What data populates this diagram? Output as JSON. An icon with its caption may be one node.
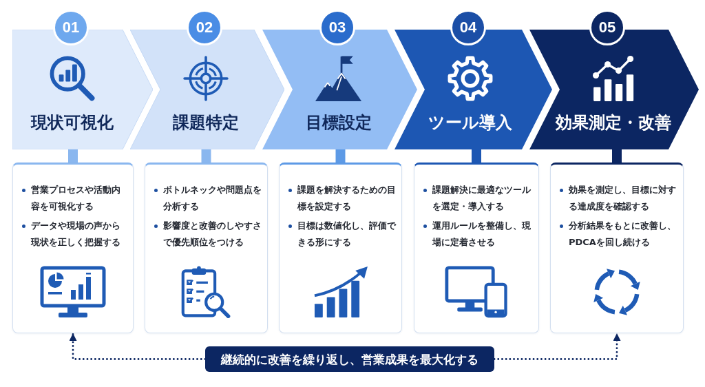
{
  "diagram": {
    "nodes": [
      {
        "text": [
          "01"
        ]
      },
      {
        "text": [
          "02"
        ]
      },
      {
        "text": [
          "03"
        ]
      },
      {
        "text": [
          "04"
        ]
      },
      {
        "text": [
          "05"
        ]
      },
      {
        "text": [
          "現状可視化"
        ]
      },
      {
        "text": [
          "課題特定"
        ]
      },
      {
        "text": [
          "目標設定"
        ]
      },
      {
        "text": [
          "ツール導入"
        ]
      },
      {
        "text": [
          "効果測定・改善"
        ]
      },
      {
        "text": [
          "営業プロセスや活動内容を可視化する",
          "データや現場の声から現状を正しく把握する"
        ]
      },
      {
        "text": [
          "ボトルネックや問題点を分析する",
          "影響度と改善のしやすさで優先順位をつける"
        ]
      },
      {
        "text": [
          "課題を解決するための目標を設定する",
          "目標は数値化し、評価できる形にする"
        ]
      },
      {
        "text": [
          "課題解決に最適なツールを選定・導入する",
          "運用ルールを整備し、現場に定着させる"
        ]
      },
      {
        "text": [
          "効果を測定し、目標に対する達成度を確認する",
          "分析結果をもとに改善し、PDCAを回し続ける"
        ]
      },
      {
        "text": [
          "継続的に改善を繰り返し、営業成果を最大化する"
        ]
      }
    ],
    "edges": [
      {
        "from": 5,
        "to": 10,
        "arrow": "none",
        "color": "#8ab7ef"
      },
      {
        "from": 6,
        "to": 11,
        "arrow": "none",
        "color": "#8ab7ef"
      },
      {
        "from": 7,
        "to": 12,
        "arrow": "none",
        "color": "#5d9ae6"
      },
      {
        "from": 8,
        "to": 13,
        "arrow": "none",
        "color": "#1d57b3"
      },
      {
        "from": 9,
        "to": 14,
        "arrow": "none",
        "color": "#0c2662"
      },
      {
        "from": 15,
        "to": 10,
        "arrow": "to",
        "style": "dashed",
        "color": "#0c2662"
      },
      {
        "from": 15,
        "to": 14,
        "arrow": "to",
        "style": "dashed",
        "color": "#0c2662"
      }
    ]
  }
}
